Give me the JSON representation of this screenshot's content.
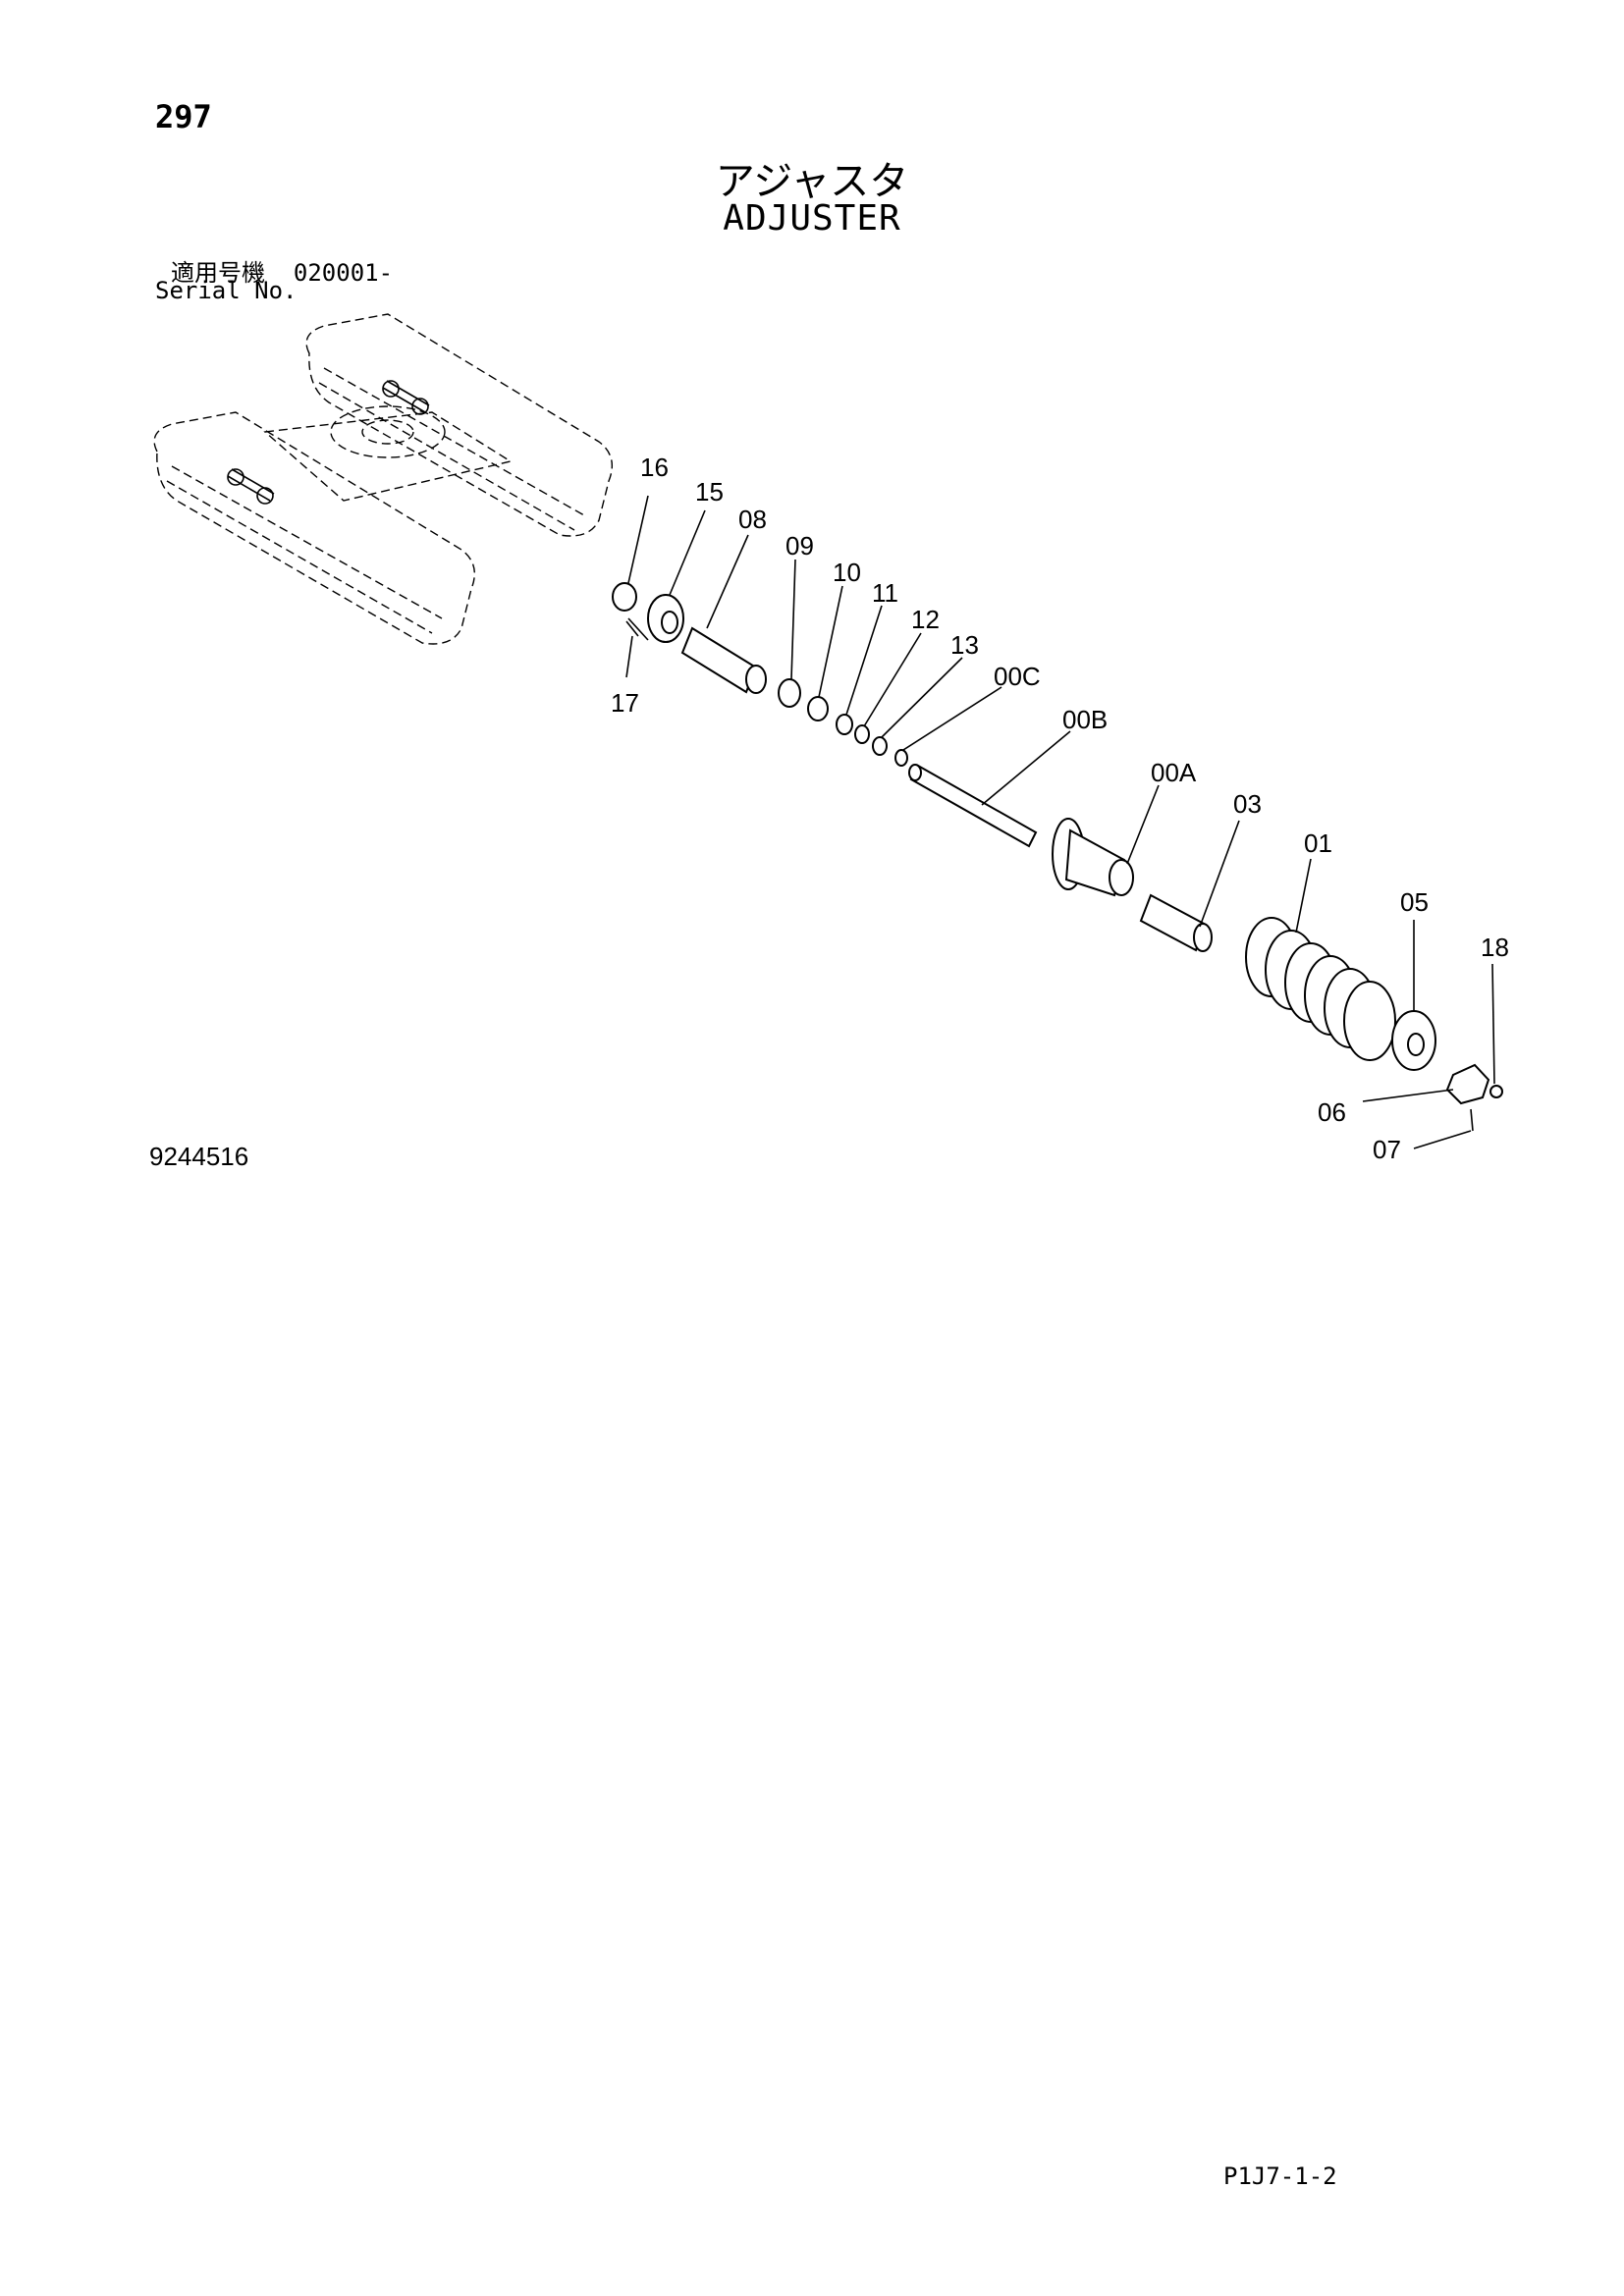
{
  "header": {
    "page_number": "297",
    "title_jp": "アジャスタ",
    "title_en": "ADJUSTER",
    "serial_label_jp": "適用号機",
    "serial_value": "020001-",
    "serial_label_en": "Serial No."
  },
  "diagram": {
    "callouts": [
      "16",
      "15",
      "08",
      "09",
      "10",
      "11",
      "12",
      "13",
      "00C",
      "00B",
      "00A",
      "03",
      "01",
      "05",
      "18",
      "17",
      "06",
      "07"
    ]
  },
  "footer": {
    "drawing_number": "9244516",
    "page_code": "P1J7-1-2"
  }
}
